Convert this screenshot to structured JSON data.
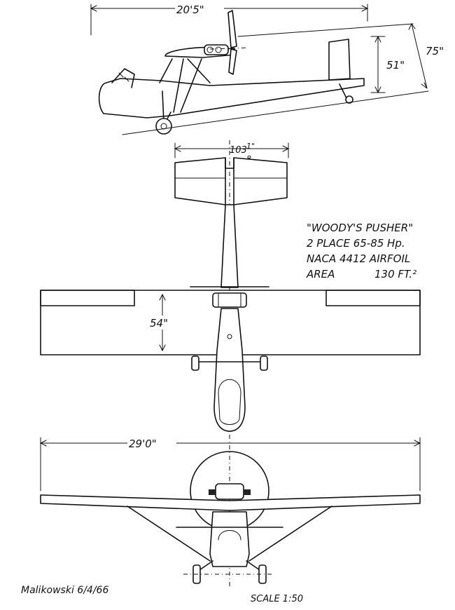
{
  "drawing": {
    "notes": {
      "line1": "\"WOODY'S PUSHER\"",
      "line2": "2 PLACE  65-85 Hp.",
      "line3": "NACA  4412 AIRFOIL",
      "line4_label": "AREA",
      "line4_value": "130 FT.²"
    },
    "dimensions": {
      "side_length": "20'5\"",
      "side_height_tail": "51\"",
      "side_height_overall": "75\"",
      "tail_span_whole": "103",
      "tail_span_fraction": "1\"",
      "tail_span_denominator": "8",
      "wing_chord": "54\"",
      "wing_span": "29'0\""
    },
    "signature": "Malikowski 6/4/66",
    "scale": "SCALE  1:50"
  }
}
